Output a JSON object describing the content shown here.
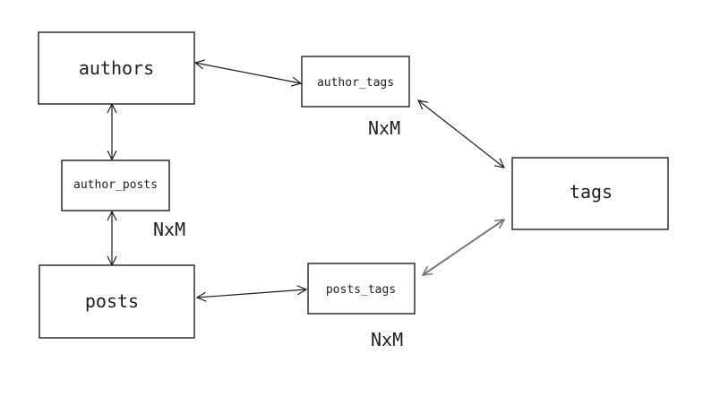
{
  "nodes": {
    "authors": "authors",
    "author_tags": "author_tags",
    "author_posts": "author_posts",
    "tags": "tags",
    "posts": "posts",
    "posts_tags": "posts_tags"
  },
  "cardinality": {
    "author_tags": "NxM",
    "author_posts": "NxM",
    "posts_tags": "NxM"
  }
}
